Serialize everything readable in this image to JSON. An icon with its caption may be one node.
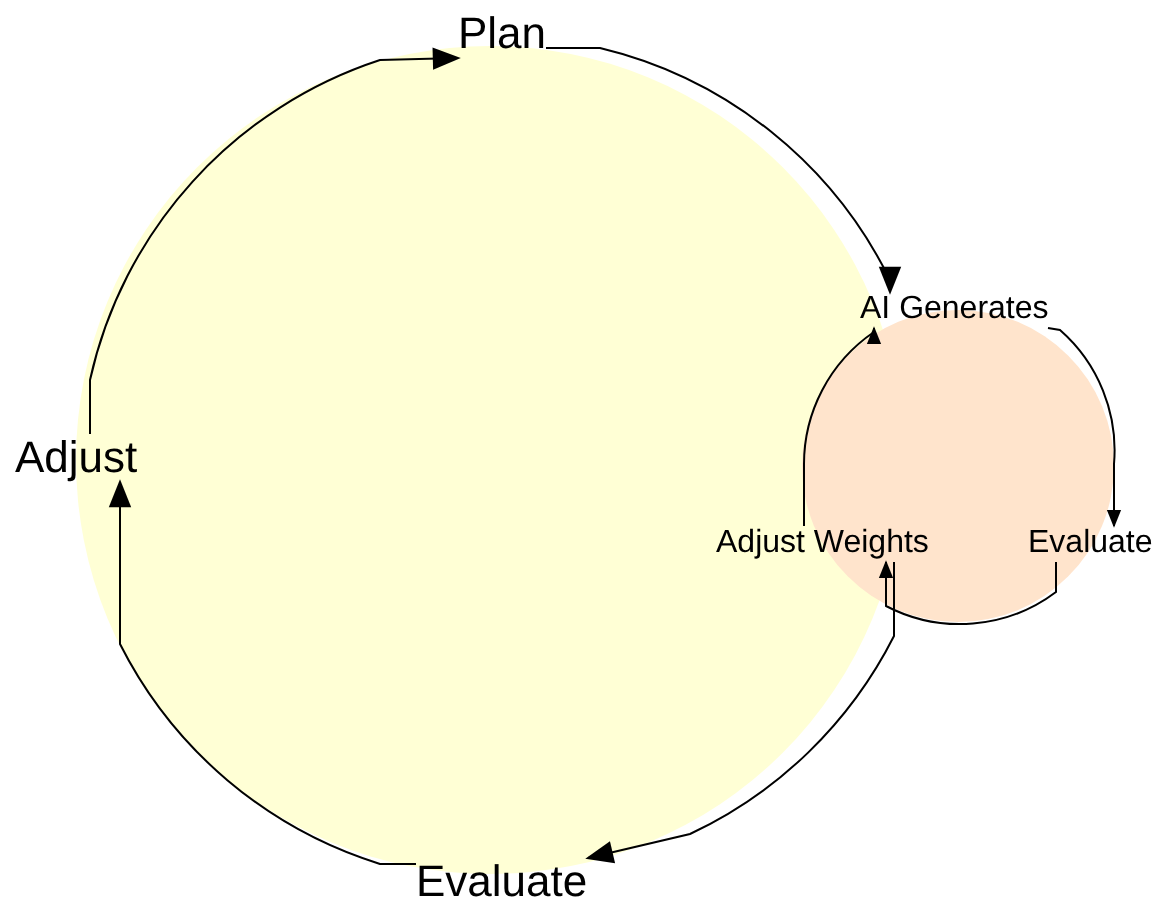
{
  "diagram": {
    "nodes": [
      {
        "text": [
          "Plan"
        ]
      },
      {
        "text": [
          "AI Generates"
        ]
      },
      {
        "text": [
          "Adjust"
        ]
      },
      {
        "text": [
          "Adjust Weights"
        ]
      },
      {
        "text": [
          "Evaluate"
        ]
      },
      {
        "text": [
          "Evaluate"
        ]
      }
    ],
    "edges": [
      {
        "from": 0,
        "to": 1,
        "arrow": "to"
      },
      {
        "from": 1,
        "to": 4,
        "arrow": "to"
      },
      {
        "from": 4,
        "to": 3,
        "arrow": "to"
      },
      {
        "from": 3,
        "to": 1,
        "arrow": "to"
      },
      {
        "from": 3,
        "to": 5,
        "arrow": "to"
      },
      {
        "from": 5,
        "to": 2,
        "arrow": "to"
      },
      {
        "from": 2,
        "to": 0,
        "arrow": "to"
      }
    ]
  }
}
